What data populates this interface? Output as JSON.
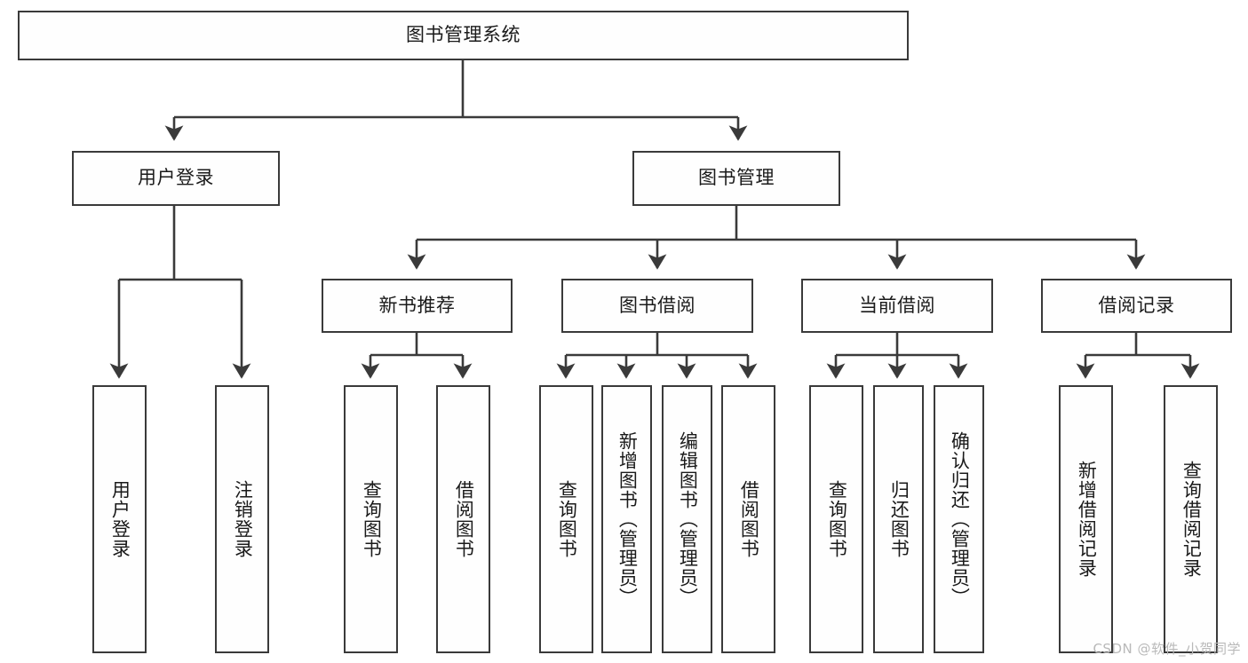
{
  "diagram": {
    "title": "图书管理系统",
    "watermark": "CSDN @软件_小贺同学",
    "stroke_color": "#3a3a3a",
    "fill_color": "#fefefe",
    "text_color": "#1a1a1a",
    "watermark_color": "#b9b9b9",
    "type": "tree-hierarchy-diagram",
    "root": {
      "label": "图书管理系统"
    },
    "level2": [
      {
        "label": "用户登录"
      },
      {
        "label": "图书管理"
      }
    ],
    "level3": [
      {
        "label": "新书推荐"
      },
      {
        "label": "图书借阅"
      },
      {
        "label": "当前借阅"
      },
      {
        "label": "借阅记录"
      }
    ],
    "leaves": {
      "user_login": [
        {
          "label": "用户登录"
        },
        {
          "label": "注销登录"
        }
      ],
      "new_book_recommend": [
        {
          "label": "查询图书"
        },
        {
          "label": "借阅图书"
        }
      ],
      "book_borrow": [
        {
          "label": "查询图书"
        },
        {
          "label": "新增图书（管理员）"
        },
        {
          "label": "编辑图书（管理员）"
        },
        {
          "label": "借阅图书"
        }
      ],
      "current_borrow": [
        {
          "label": "查询图书"
        },
        {
          "label": "归还图书"
        },
        {
          "label": "确认归还（管理员）"
        }
      ],
      "borrow_record": [
        {
          "label": "新增借阅记录"
        },
        {
          "label": "查询借阅记录"
        }
      ]
    }
  }
}
